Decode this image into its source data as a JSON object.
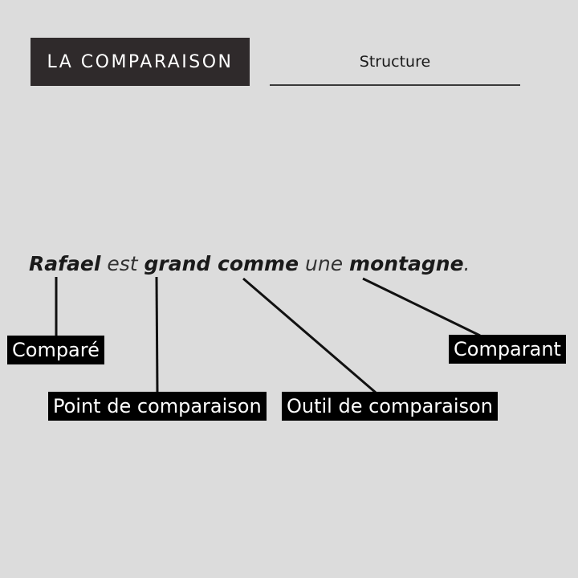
{
  "header": {
    "title": "LA COMPARAISON",
    "subtitle": "Structure"
  },
  "sentence": {
    "part1": "Rafael",
    "part2": " est ",
    "part3": "grand comme",
    "part4": " une ",
    "part5": "montagne",
    "part6": "."
  },
  "labels": {
    "compare": "Comparé",
    "comparant": "Comparant",
    "point": "Point de comparaison",
    "outil": "Outil de comparaison"
  },
  "colors": {
    "background": "#dcdcdc",
    "title_box": "#2f2a2b",
    "label_box": "#000000",
    "label_text": "#ffffff"
  }
}
